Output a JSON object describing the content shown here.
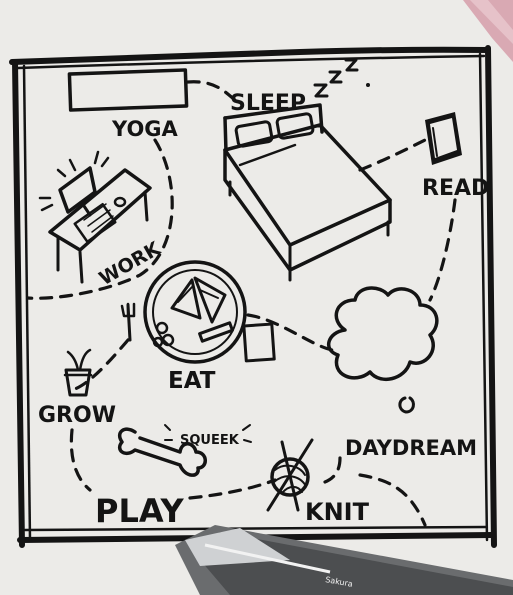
{
  "labels": {
    "yoga": "YOGA",
    "sleep": "SLEEP",
    "zzz": "Z Z Z",
    "read": "READ",
    "work": "WORK",
    "eat": "EAT",
    "grow": "GROW",
    "squeek": "SQUEEK",
    "daydream": "DAYDREAM",
    "play": "PLAY",
    "knit": "KNIT"
  },
  "pen": {
    "brand": "Sakura"
  },
  "colors": {
    "paper": "#ecebe8",
    "ink": "#141414",
    "pen_body": "#6a6c6e",
    "pencil_tip": "#d9a9b3"
  }
}
